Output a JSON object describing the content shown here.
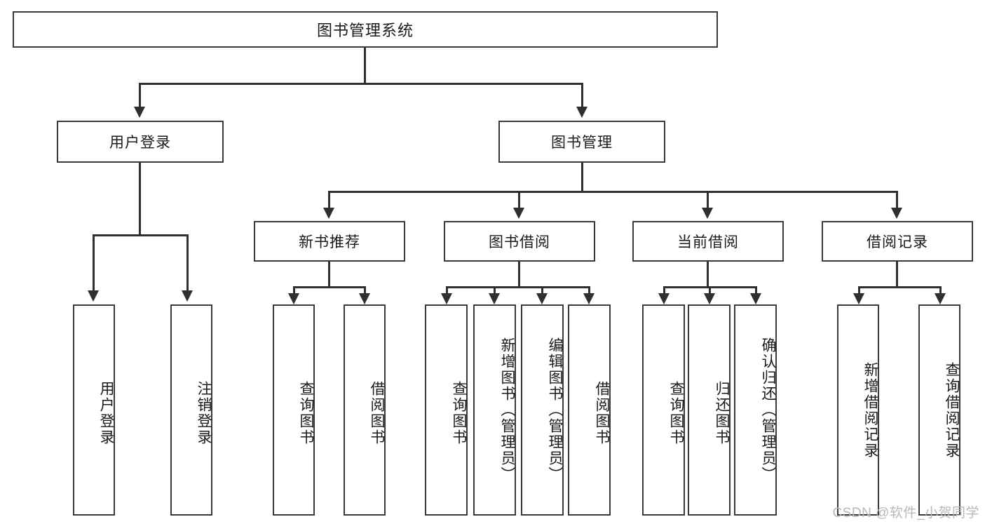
{
  "diagram": {
    "title": "图书管理系统",
    "type": "tree-hierarchy-chart",
    "root": {
      "label": "图书管理系统"
    },
    "level2": [
      {
        "id": "user-login",
        "label": "用户登录"
      },
      {
        "id": "book-management",
        "label": "图书管理"
      }
    ],
    "level3": [
      {
        "id": "new-book-recommend",
        "label": "新书推荐"
      },
      {
        "id": "book-borrow",
        "label": "图书借阅"
      },
      {
        "id": "current-borrow",
        "label": "当前借阅"
      },
      {
        "id": "borrow-record",
        "label": "借阅记录"
      }
    ],
    "leaves": {
      "user_login": [
        {
          "id": "leaf-user-login",
          "label": "用户登录"
        },
        {
          "id": "leaf-logout-login",
          "label": "注销登录"
        }
      ],
      "new_book_recommend": [
        {
          "id": "leaf-query-book-1",
          "label": "查询图书"
        },
        {
          "id": "leaf-borrow-book-1",
          "label": "借阅图书"
        }
      ],
      "book_borrow": [
        {
          "id": "leaf-query-book-2",
          "label": "查询图书"
        },
        {
          "id": "leaf-add-book",
          "label": "新增图书（管理员）"
        },
        {
          "id": "leaf-edit-book",
          "label": "编辑图书（管理员）"
        },
        {
          "id": "leaf-borrow-book-2",
          "label": "借阅图书"
        }
      ],
      "current_borrow": [
        {
          "id": "leaf-query-book-3",
          "label": "查询图书"
        },
        {
          "id": "leaf-return-book",
          "label": "归还图书"
        },
        {
          "id": "leaf-confirm-return",
          "label": "确认归还（管理员）"
        }
      ],
      "borrow_record": [
        {
          "id": "leaf-add-record",
          "label": "新增借阅记录"
        },
        {
          "id": "leaf-query-record",
          "label": "查询借阅记录"
        }
      ]
    }
  },
  "watermark": {
    "text": "CSDN @软件_小贺同学"
  },
  "colors": {
    "box_border": "#3a3a3a",
    "line": "#2f2f2f",
    "background": "#ffffff",
    "text": "#1a1a1a",
    "watermark": "#b9b9b9"
  }
}
